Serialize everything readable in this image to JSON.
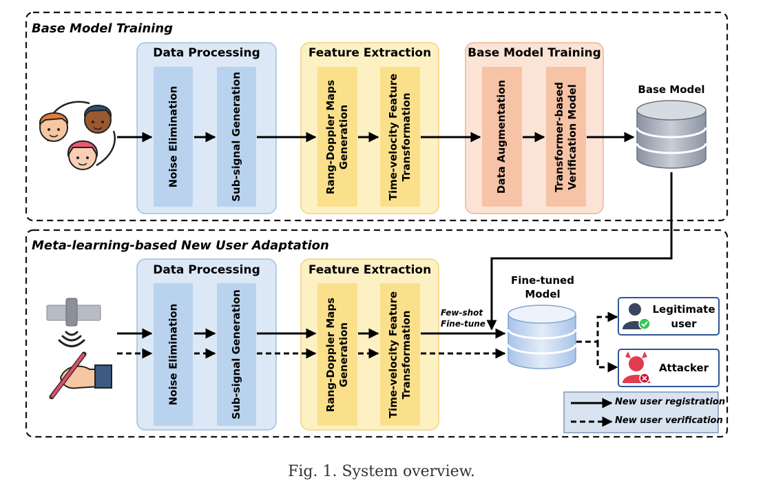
{
  "sections": {
    "base": {
      "title": "Base Model Training"
    },
    "meta": {
      "title": "Meta-learning-based New User Adaptation"
    }
  },
  "panels": {
    "data_processing": {
      "title": "Data Processing",
      "steps": [
        "Noise Elimination",
        "Sub-signal Generation"
      ]
    },
    "feature_extraction": {
      "title": "Feature Extraction",
      "steps": [
        "Rang-Doppler Maps\nGeneration",
        "Time-velocity Feature\nTransformation"
      ]
    },
    "base_model_training": {
      "title": "Base Model Training",
      "steps": [
        "Data Augmentation",
        "Transformer-based\nVerification Model"
      ]
    }
  },
  "models": {
    "base_model": "Base Model",
    "fine_tuned_line1": "Fine-tuned",
    "fine_tuned_line2": "Model"
  },
  "annotations": {
    "few_shot": "Few-shot",
    "fine_tune": "Fine-tune"
  },
  "outcomes": {
    "legitimate_line1": "Legitimate",
    "legitimate_line2": "user",
    "attacker": "Attacker"
  },
  "legend": {
    "registration": "New user registration",
    "verification": "New user verification"
  },
  "caption": "Fig. 1.  System overview.",
  "colors": {
    "data_processing_bg": "#dce8f5",
    "data_processing_inner": "#b9d3ee",
    "feature_extraction_bg": "#fdf1c4",
    "feature_extraction_inner": "#fbe08c",
    "base_training_bg": "#fbe3d6",
    "base_training_inner": "#f6c3a7",
    "legend_bg": "#d9e2ef"
  },
  "icons": [
    "users-group-icon",
    "radar-sensor-icon",
    "signal-waves-icon",
    "hand-writing-pen-icon",
    "database-icon",
    "legitimate-user-icon",
    "check-badge-icon",
    "attacker-devil-icon",
    "cross-badge-icon"
  ]
}
